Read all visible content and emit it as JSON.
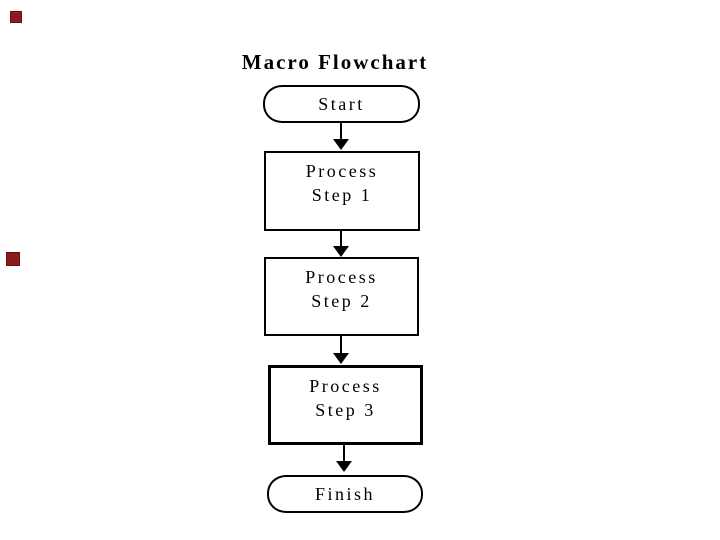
{
  "colors": {
    "background": "#ffffff",
    "ink": "#000000",
    "artifact_red": "#8e1b1b"
  },
  "title": "Macro Flowchart",
  "flowchart": {
    "type": "vertical-flow",
    "nodes": [
      {
        "id": "start",
        "shape": "terminator",
        "label": "Start"
      },
      {
        "id": "step1",
        "shape": "process",
        "line1": "Process",
        "line2": "Step 1"
      },
      {
        "id": "step2",
        "shape": "process",
        "line1": "Process",
        "line2": "Step 2"
      },
      {
        "id": "step3",
        "shape": "process",
        "line1": "Process",
        "line2": "Step 3"
      },
      {
        "id": "finish",
        "shape": "terminator",
        "label": "Finish"
      }
    ],
    "connectors": [
      {
        "from": "start",
        "to": "step1",
        "direction": "down"
      },
      {
        "from": "step1",
        "to": "step2",
        "direction": "down"
      },
      {
        "from": "step2",
        "to": "step3",
        "direction": "down"
      },
      {
        "from": "step3",
        "to": "finish",
        "direction": "down"
      }
    ]
  }
}
